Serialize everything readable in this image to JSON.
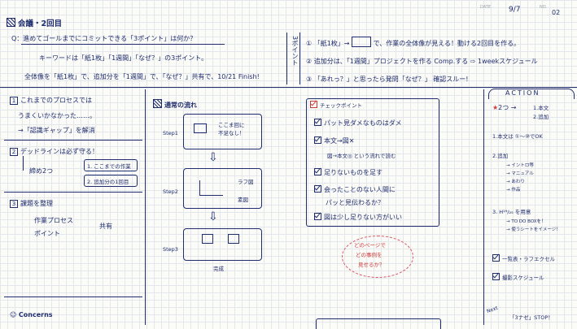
{
  "meta": {
    "date_label": "DATE",
    "date_value": "9/7",
    "no_label": "NO.",
    "no_value": "02"
  },
  "header": {
    "title": "会議・2回目",
    "question": "Q：進めてゴールまでにコミットできる「3ポイント」は何か？",
    "keyword_line": "キーワードは「紙1枚」「1週間」「なぜ？」の3ポイント。",
    "summary_line": "全体像を「紙1枚」で、追加分を「1週間」で、「なぜ？」共有で、10/21 Finish!",
    "side_tag": "3ポイント",
    "points": [
      {
        "num": "①",
        "text": "「紙1枚」→",
        "detail": "で、作業の全体像が見える！動ける2回目を作る。"
      },
      {
        "num": "②",
        "text": "追加分は、「1週間」プロジェクトを作る Comp.する",
        "detail": "1weekスケジュール"
      },
      {
        "num": "③",
        "text": "「あれっ？」と思ったら発問「なぜ？」",
        "detail": "確認スルー!"
      }
    ]
  },
  "left": {
    "items": [
      {
        "num": "1",
        "title": "これまでのプロセスでは",
        "sub1": "うまくいかなかった……。",
        "sub2": "→「認識ギャップ」を解消"
      },
      {
        "num": "2",
        "title": "デッドラインは必ず守る！",
        "sub1": "締め2つ",
        "branch1": "1. ここまでの作業",
        "branch2": "2. 追加分の1回目"
      },
      {
        "num": "3",
        "title": "課題を整理",
        "sub1": "作業プロセス",
        "sub2": "ポイント",
        "shared": "共有"
      }
    ],
    "concerns": "Concerns"
  },
  "flow": {
    "title": "通常の流れ",
    "steps": [
      {
        "label": "Step1",
        "note1": "ここま回に",
        "note2": "不足なし！"
      },
      {
        "label": "Step2",
        "note1": "ラフ図",
        "note2": "素図"
      },
      {
        "label": "Step3",
        "note1": "完成"
      }
    ]
  },
  "checkpoints": {
    "title": "チェックポイント",
    "items": [
      "パット見ダメなものはダメ",
      "本文→図✕",
      "図→本文◎ という流れで読む",
      "足りないものを足す",
      "会ったことのない人間に",
      "パッと見伝わるか？",
      "図は少し足りない方がいい"
    ],
    "bubble1": "どのページで",
    "bubble2": "どの事例を",
    "bubble3": "見せるか？"
  },
  "action": {
    "title": "ACTION",
    "star_label": "2つ",
    "star_sub1": "1.本文",
    "star_sub2": "2.追加",
    "item1": "1.本文は ①〜⑩でOK",
    "item2": "2.追加",
    "sub_items": [
      "→ イントロ等",
      "→ マニュアル",
      "→ あわり",
      "→ 作品"
    ],
    "item3": "3. H¹⁹/₂₅ を用意",
    "item3_sub1": "→ TO DO BOXを！",
    "item3_sub2": "→ 使うシートをイメージ！",
    "check1": "一覧表・ラフエクセル",
    "check2": "撮影スケジュール",
    "next_label": "Next",
    "next_text": "「3ナゼ」STOP！"
  },
  "icons": {
    "list": "hatch-square-icon",
    "check": "check-icon",
    "arrow": "arrow-right-icon"
  }
}
